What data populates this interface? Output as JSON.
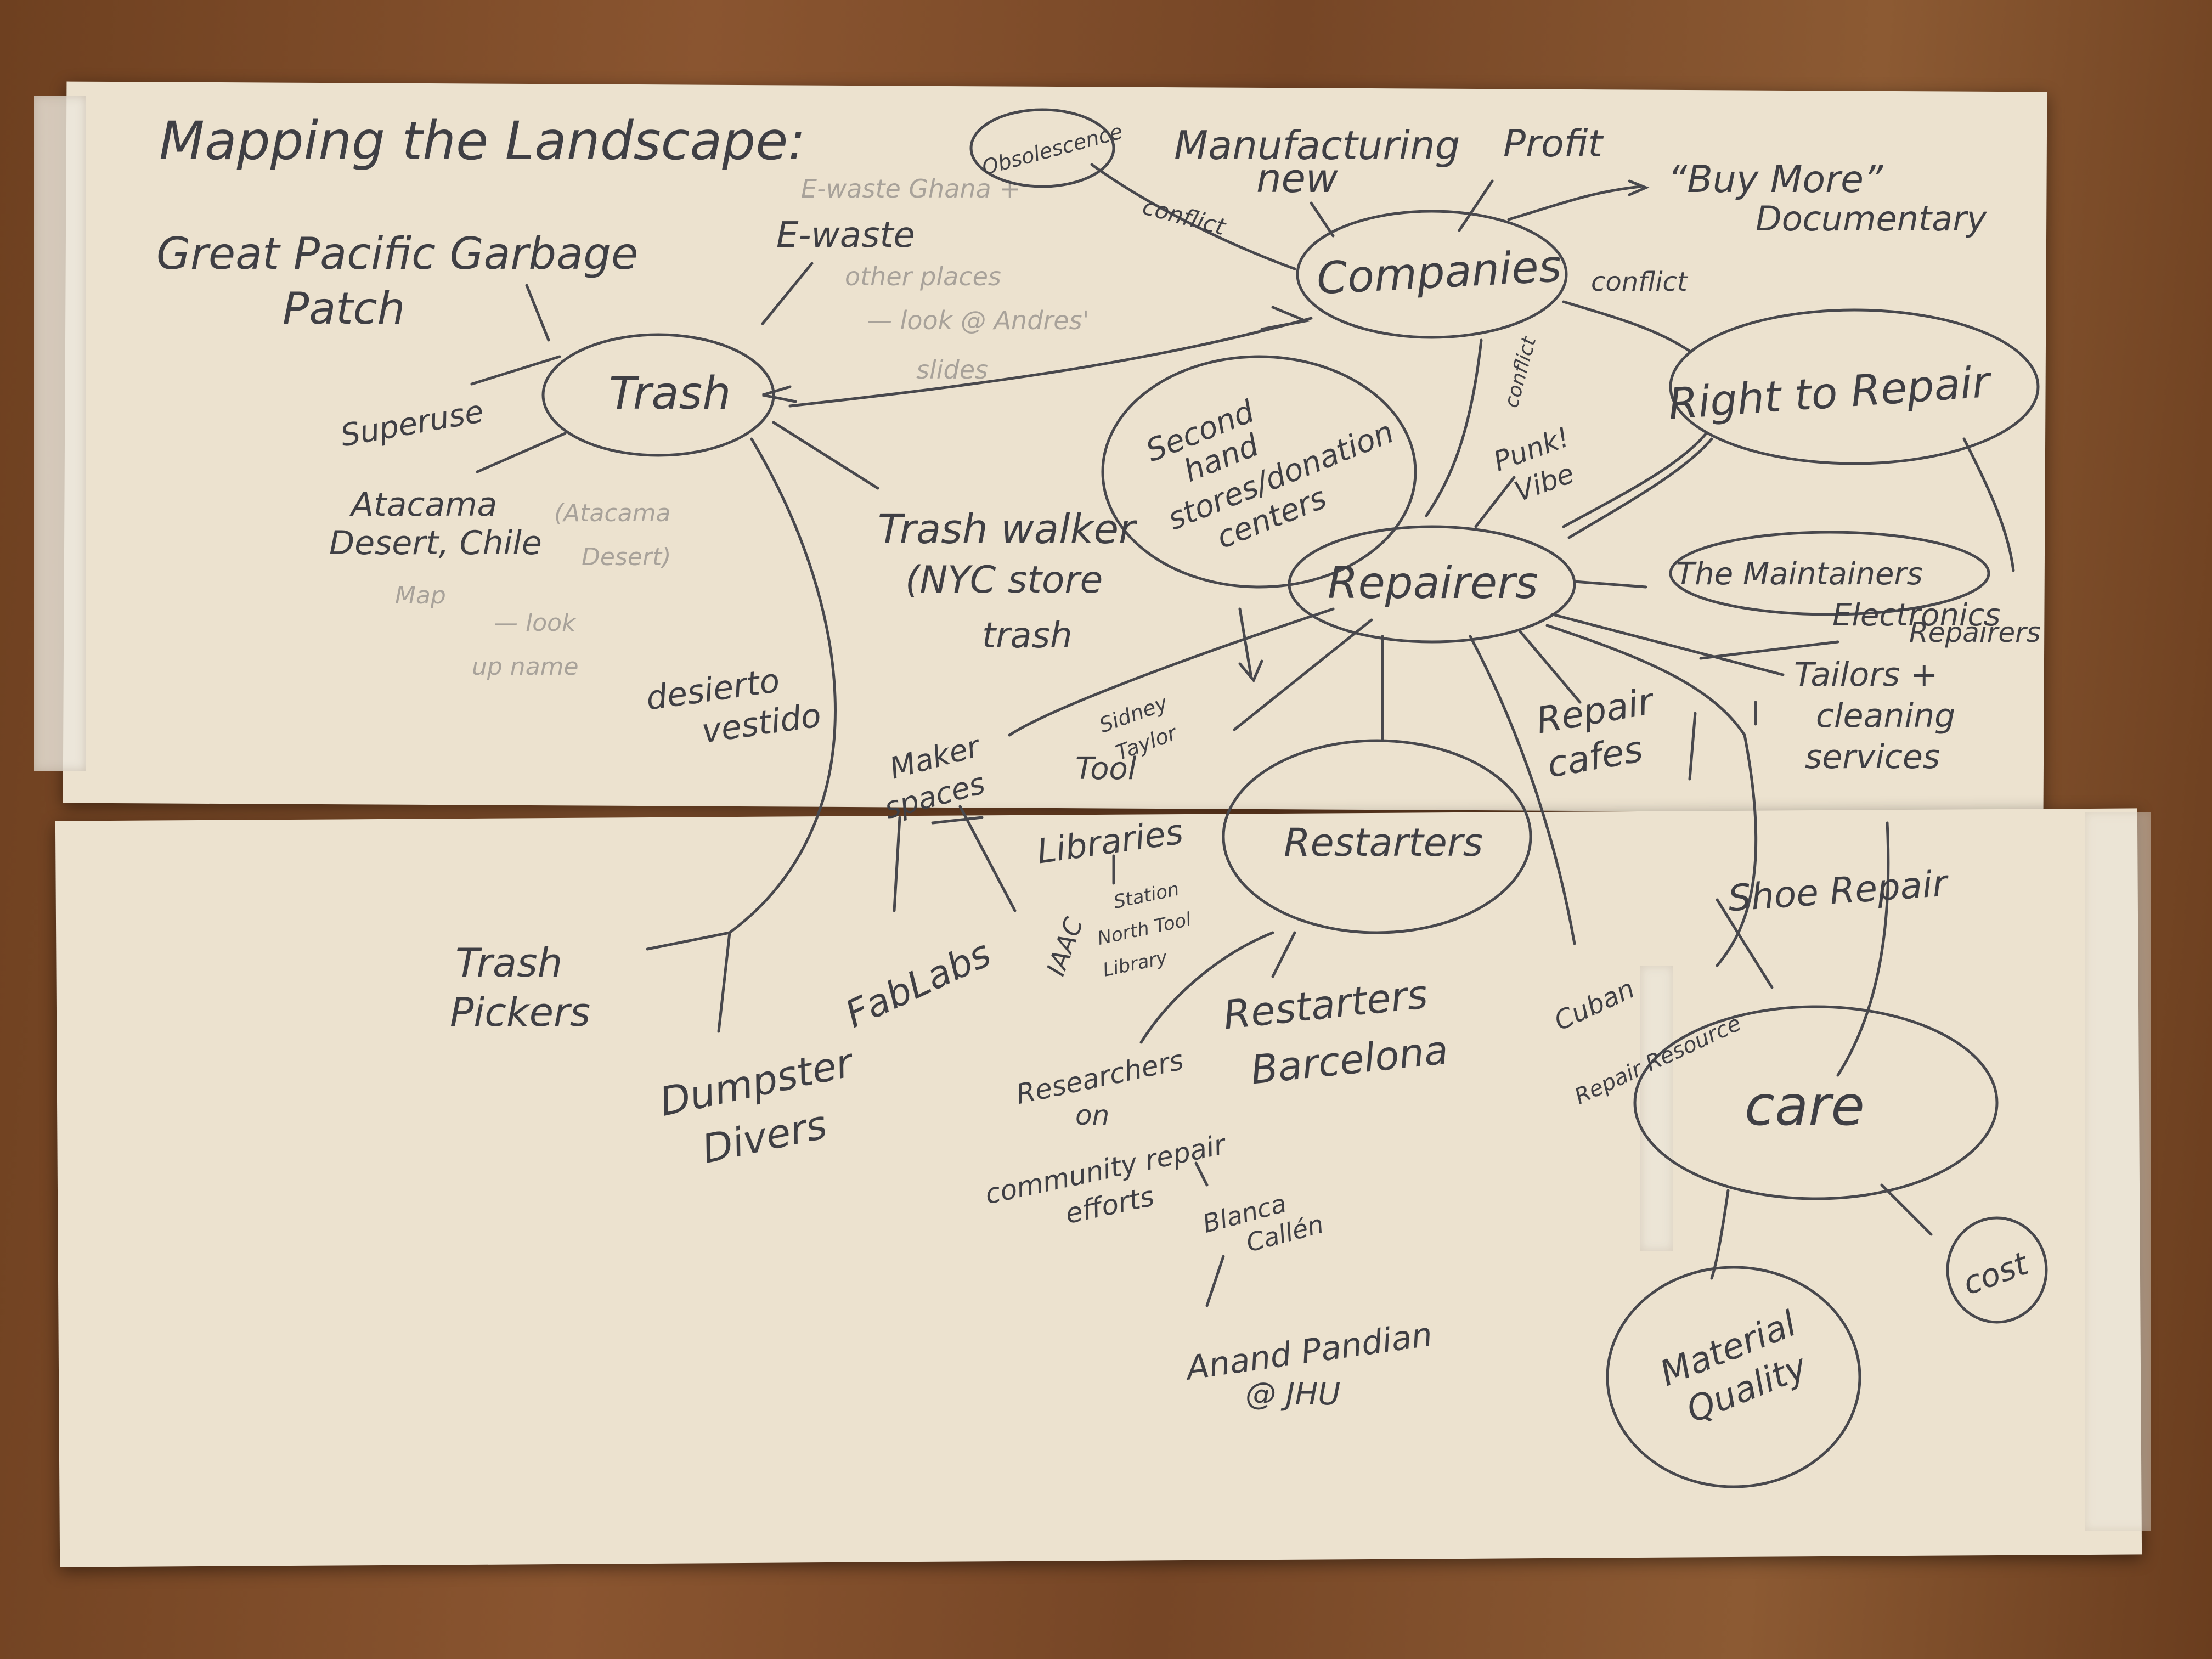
{
  "title": "Mapping the Landscape:",
  "nodes": {
    "trash": "Trash",
    "companies": "Companies",
    "repairers": "Repairers",
    "right_to_repair": "Right to Repair",
    "second_hand": [
      "Second",
      "hand",
      "stores/donation",
      "centers"
    ],
    "maintainers": "The Maintainers",
    "restarters": "Restarters",
    "care": "care",
    "cost": "cost",
    "material_quality": [
      "Material",
      "Quality"
    ],
    "obsolescence": "Obsolescence"
  },
  "labels": {
    "great_pacific": [
      "Great Pacific Garbage",
      "Patch"
    ],
    "e_waste": "E-waste",
    "manufacturing": [
      "Manufacturing",
      "new"
    ],
    "profit": "Profit",
    "buy_more": [
      "“Buy More”",
      "Documentary"
    ],
    "conflict": "conflict",
    "superuse": "Superuse",
    "atacama": [
      "Atacama",
      "Desert, Chile"
    ],
    "desierto": [
      "desierto",
      "vestido"
    ],
    "trash_walker": [
      "Trash walker",
      "(NYC store",
      "trash"
    ],
    "punk_vibe": [
      "Punk!",
      "Vibe"
    ],
    "electronics": [
      "Electronics",
      "Repairers"
    ],
    "tailors": [
      "Tailors +",
      "cleaning",
      "services"
    ],
    "repair_cafes": [
      "Repair",
      "cafes"
    ],
    "maker_spaces": [
      "Maker",
      "spaces"
    ],
    "sidney": [
      "Sidney",
      "Taylor"
    ],
    "tool": "Tool",
    "libraries": "Libraries",
    "iaac": "IAAC",
    "station": [
      "Station",
      "North Tool",
      "Library"
    ],
    "fablabs": "FabLabs",
    "shoe_repair": "Shoe Repair",
    "trash_pickers": [
      "Trash",
      "Pickers"
    ],
    "dumpster": [
      "Dumpster",
      "Divers"
    ],
    "restarters_bcn": [
      "Restarters",
      "Barcelona"
    ],
    "researchers": [
      "Researchers",
      "on",
      "community repair",
      "efforts"
    ],
    "blanca": [
      "Blanca",
      "Callén"
    ],
    "anand": [
      "Anand Pandian",
      "@ JHU"
    ],
    "cuban": [
      "Cuban",
      "Repair Resource"
    ]
  },
  "faint_notes": [
    "E-waste Ghana +",
    "other places",
    "— look @ Andres'",
    "slides",
    "(Atacama",
    "Desert)",
    "Map",
    "— look",
    "up name"
  ],
  "colors": {
    "paper": "#ece2cf",
    "pencil": "#3f3f44",
    "table": "#7a4a26"
  }
}
